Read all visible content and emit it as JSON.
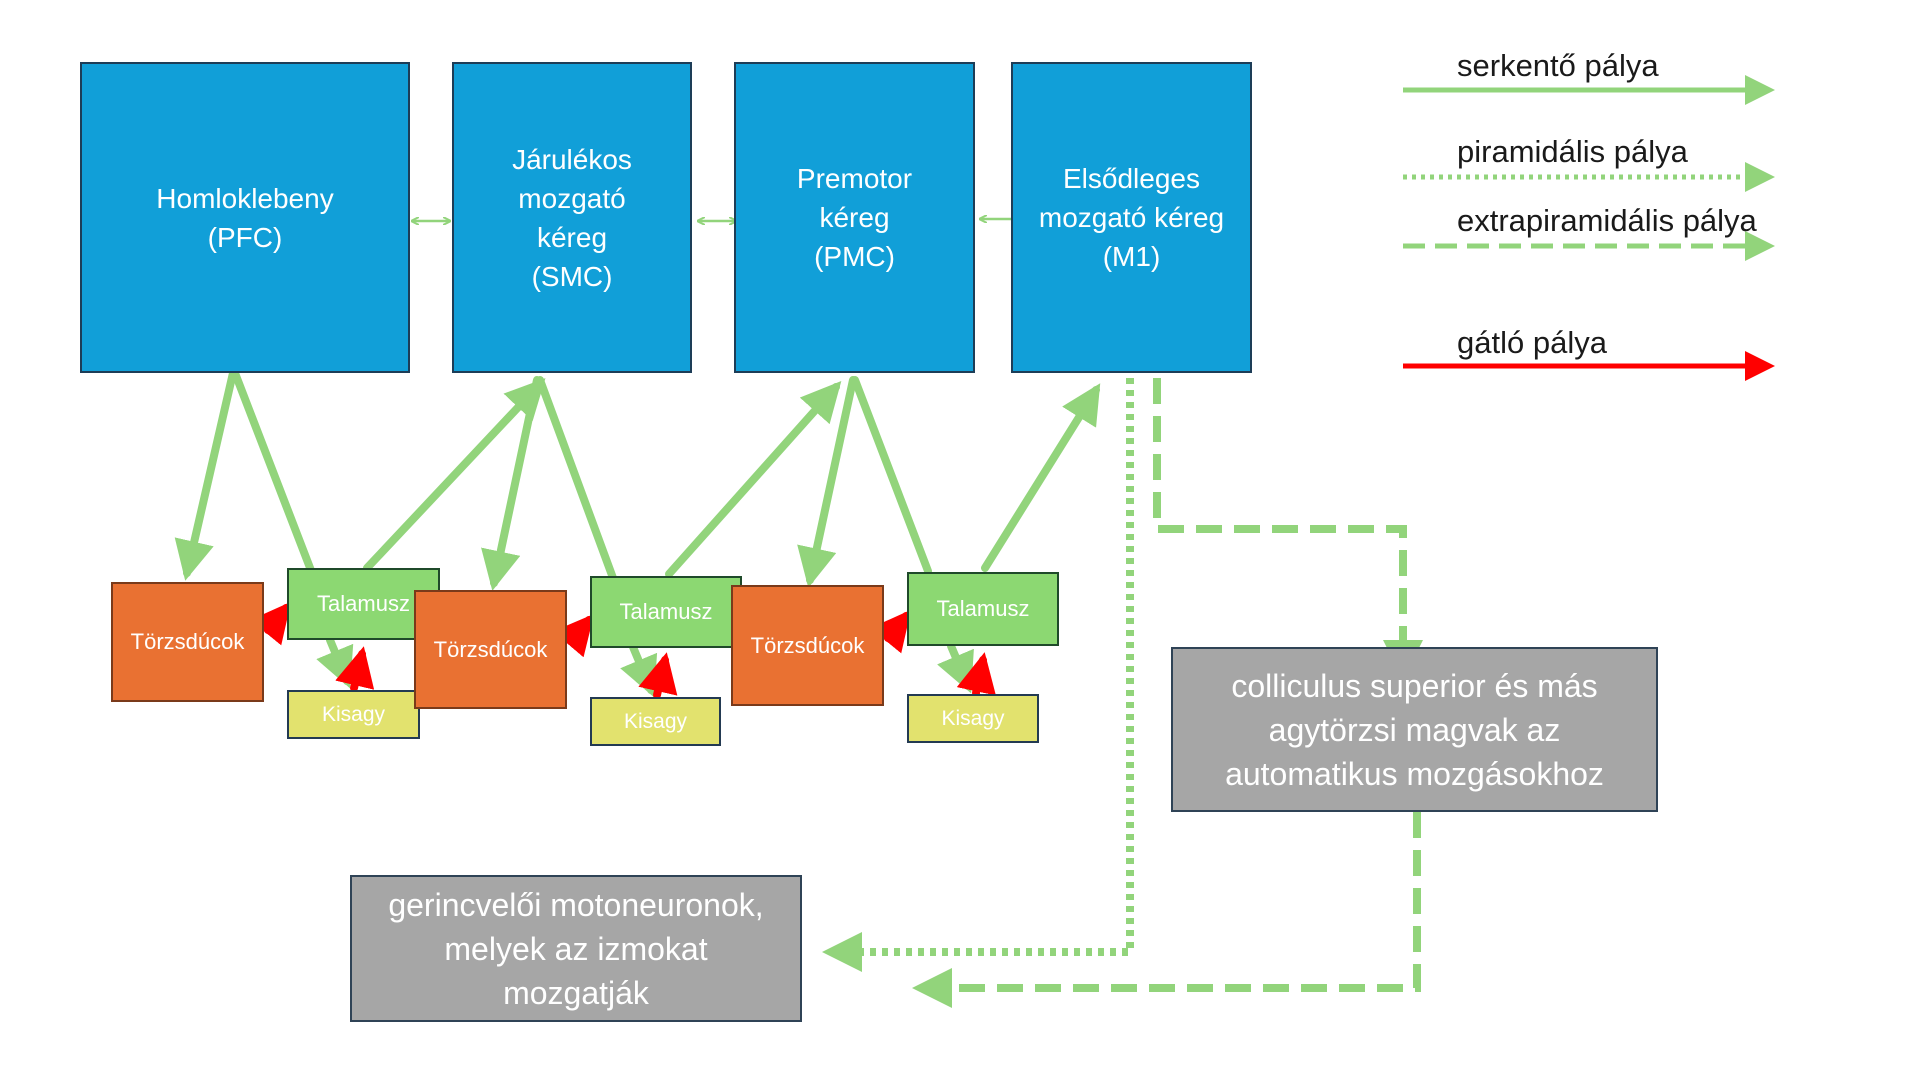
{
  "cortex": {
    "pfc": "Homloklebeny\n(PFC)",
    "smc": "Járulékos\nmozgató\nkéreg\n(SMC)",
    "pmc": "Premotor\nkéreg\n(PMC)",
    "m1": "Elsődleges\nmozgató kéreg\n(M1)"
  },
  "loops": [
    {
      "basal_ganglia": "Törzsdúcok",
      "thalamus": "Talamusz",
      "cerebellum": "Kisagy"
    },
    {
      "basal_ganglia": "Törzsdúcok",
      "thalamus": "Talamusz",
      "cerebellum": "Kisagy"
    },
    {
      "basal_ganglia": "Törzsdúcok",
      "thalamus": "Talamusz",
      "cerebellum": "Kisagy"
    }
  ],
  "targets": {
    "brainstem": "colliculus superior és más\nagytörzsi magvak  az\nautomatikus mozgásokhoz",
    "spinal": "gerincvelői motoneuronok,\nmelyek az izmokat\nmozgatják"
  },
  "legend": {
    "excitatory": "serkentő pálya",
    "pyramidal": "piramidális pálya",
    "extrapyramidal": "extrapiramidális pálya",
    "inhibitory": "gátló pálya"
  },
  "colors": {
    "excitatory": "#92d47b",
    "inhibitory": "#ff0000",
    "cortex_fill": "#119fd8",
    "basal_ganglia_fill": "#e97132",
    "thalamus_fill": "#8cd872",
    "cerebellum_fill": "#e2e26e",
    "target_fill": "#a6a6a6"
  }
}
